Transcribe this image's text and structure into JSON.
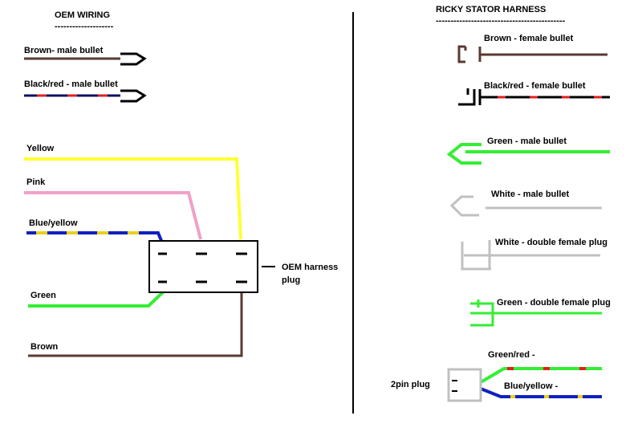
{
  "left_panel": {
    "title": "OEM WIRING",
    "underline": "--------------------",
    "labels": {
      "brown_bullet": "Brown-  male bullet",
      "blackred_bullet": "Black/red -  male bullet",
      "yellow": "Yellow",
      "pink": "Pink",
      "blueyellow": "Blue/yellow",
      "green": "Green",
      "brown": "Brown",
      "plug_line1": "OEM harness",
      "plug_line2": "plug"
    }
  },
  "right_panel": {
    "title": "RICKY STATOR HARNESS",
    "underline": "--------------------------------------------",
    "labels": {
      "brown_female": "Brown - female bullet",
      "blackred_female": "Black/red - female bullet",
      "green_male": "Green - male bullet",
      "white_male": "White - male bullet",
      "white_double": "White - double female plug",
      "green_double": "Green - double female plug",
      "greenred": "Green/red -",
      "blueyellow": "Blue/yellow -",
      "twopin": "2pin plug"
    }
  },
  "colors": {
    "brown": "#5a3a32",
    "black": "#000000",
    "red": "#e02020",
    "navy": "#101060",
    "yellow": "#ffff33",
    "pink": "#f0a0c8",
    "blue": "#1020c0",
    "dash_yellow": "#e8d020",
    "green": "#33ee33",
    "gray": "#c0c0c0"
  }
}
